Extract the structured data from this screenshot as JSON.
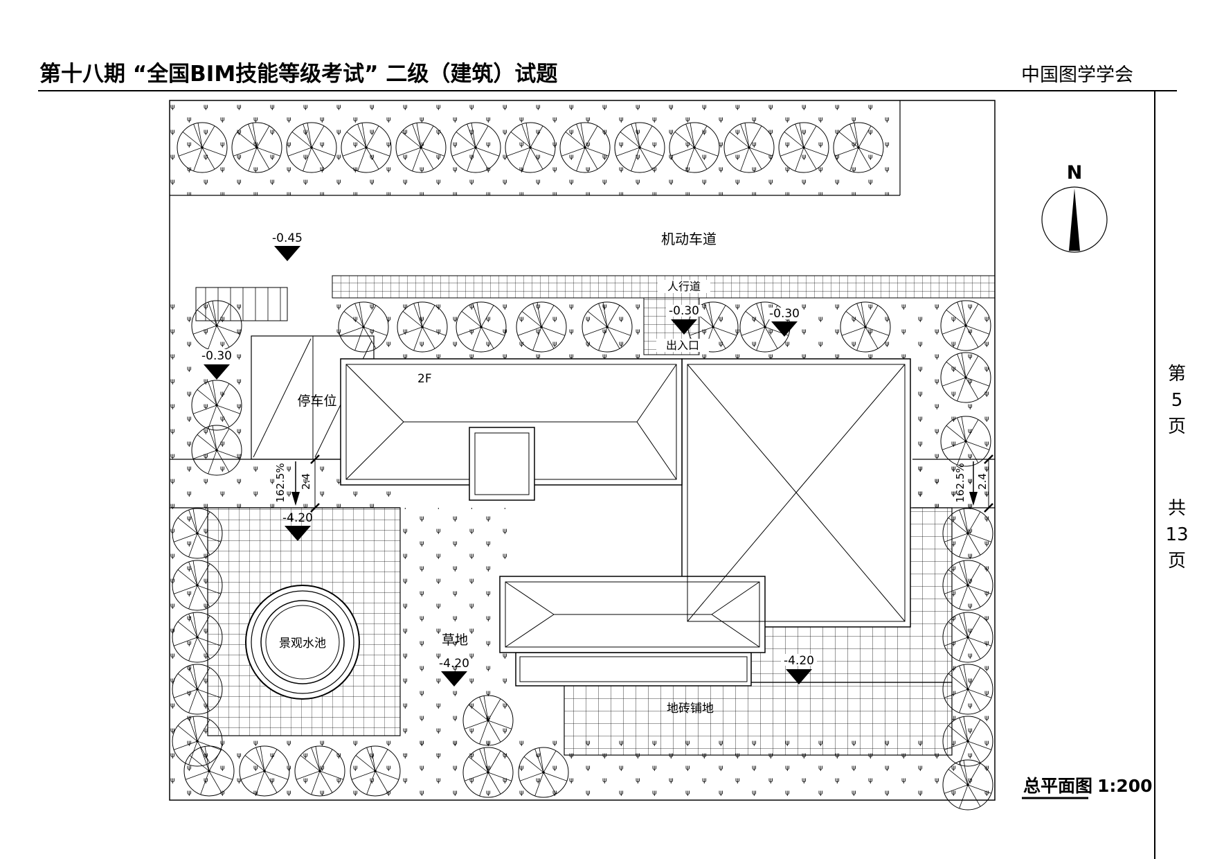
{
  "header": {
    "title": "第十八期 “全国BIM技能等级考试” 二级（建筑）试题",
    "organization": "中国图学学会"
  },
  "page_column": {
    "page_prefix": "第",
    "page_number": "5",
    "page_suffix": "页",
    "total_prefix": "共",
    "total_pages": "13",
    "total_suffix": "页"
  },
  "north_arrow": {
    "label": "N"
  },
  "title_block": {
    "drawing_name": "总平面图",
    "scale": "1:200"
  },
  "plan": {
    "road_label": "机动车道",
    "sidewalk_label": "人行道",
    "entrance_label": "出入口",
    "parking_label": "停车位",
    "building_floor_label": "2F",
    "pool_label": "景观水池",
    "lawn_label": "草地",
    "paving_label": "地砖铺地",
    "elevation_road": "-0.45",
    "elevation_left_strip": "-0.30",
    "elevation_entrance": "-0.30",
    "elevation_right_strip": "-0.30",
    "elevation_lower_left": "-4.20",
    "elevation_lawn": "-4.20",
    "elevation_paving": "-4.20",
    "ramp_slope_left": "162.5%",
    "ramp_width_left": "2.4",
    "ramp_slope_right": "162.5%",
    "ramp_width_right": "2.4"
  },
  "colors": {
    "line": "#000000",
    "background": "#ffffff"
  }
}
